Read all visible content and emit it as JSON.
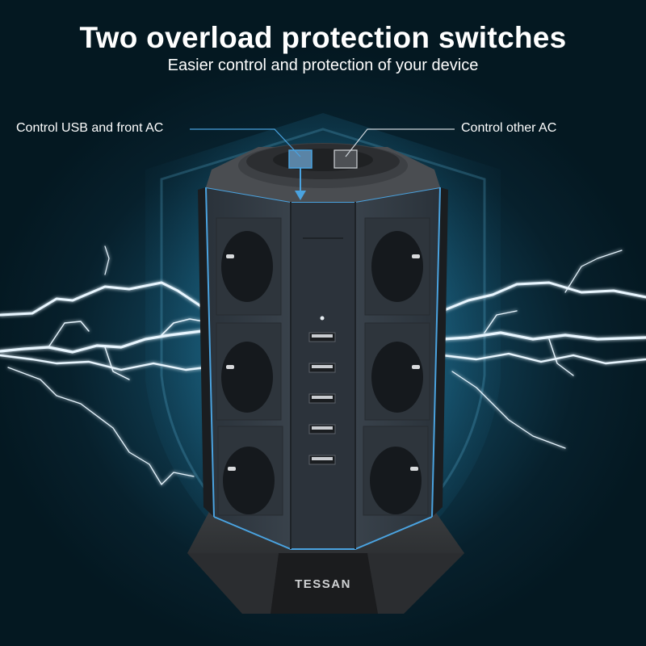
{
  "header": {
    "title": "Two overload protection switches",
    "subtitle": "Easier control and protection of your device"
  },
  "callouts": {
    "left": "Control USB and front AC",
    "right": "Control other AC"
  },
  "product": {
    "brand": "TESSAN",
    "ac_outlets_visible": 6,
    "usb_ports_visible": 5,
    "switches": 2,
    "accent_color": "#4aa3e0"
  },
  "icons": [
    "shield-icon",
    "lightning-icon",
    "arrow-down-icon"
  ]
}
